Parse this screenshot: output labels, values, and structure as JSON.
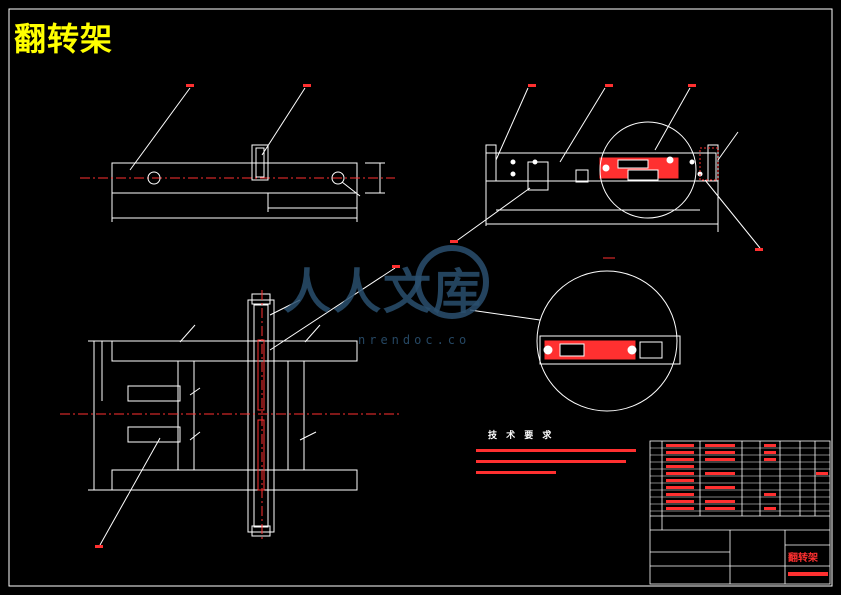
{
  "drawing": {
    "title": "翻转架",
    "name_cell": "翻转架"
  },
  "tech_requirements": {
    "heading": "技 术 要 求"
  },
  "watermark": {
    "text": "人人文库",
    "url": "nrendoc.co"
  },
  "colors": {
    "background": "#000000",
    "outline": "#ffffff",
    "dimension": "#ff3030",
    "leader_tag": "#ff3030",
    "title": "#ffff00",
    "watermark": "#2a4f6e"
  }
}
